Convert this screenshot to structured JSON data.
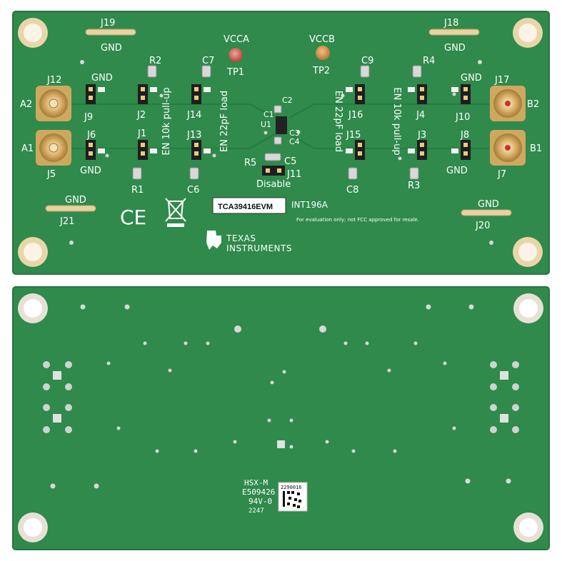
{
  "top": {
    "labels": {
      "J19": "J19",
      "J18": "J18",
      "J12": "J12",
      "J17": "J17",
      "J9": "J9",
      "J2": "J2",
      "J14": "J14",
      "J16": "J16",
      "J4": "J4",
      "J10": "J10",
      "J6": "J6",
      "J1": "J1",
      "J13": "J13",
      "J15": "J15",
      "J3": "J3",
      "J8": "J8",
      "J5": "J5",
      "J7": "J7",
      "J21": "J21",
      "J20": "J20",
      "J11": "J11",
      "R1": "R1",
      "R2": "R2",
      "R3": "R3",
      "R4": "R4",
      "R5": "R5",
      "C1": "C1",
      "C2": "C2",
      "C3": "C3",
      "C4": "C4",
      "C5": "C5",
      "C6": "C6",
      "C7": "C7",
      "C8": "C8",
      "C9": "C9",
      "U1": "U1",
      "TP1": "TP1",
      "TP2": "TP2",
      "VCCA": "VCCA",
      "VCCB": "VCCB",
      "A1": "A1",
      "A2": "A2",
      "B1": "B1",
      "B2": "B2",
      "GND": "GND",
      "Disable": "Disable",
      "EN_10k_pullup": "EN 10k pull-up",
      "EN_22pF_load": "EN 22pF load"
    },
    "part_number": "TCA39416EVM",
    "board_id": "INT196A",
    "disclaimer": "For evaluation only; not FCC approved for resale.",
    "ce_mark": "CE",
    "logo_texas": "Texas",
    "logo_instruments": "Instruments"
  },
  "bottom": {
    "mark_hsx": "HSX-M",
    "mark_e": "E509426",
    "mark_rating": "94V-0",
    "mark_date": "2247",
    "label_code": "2290016"
  },
  "colors": {
    "pcb": "#2f8a4b",
    "pcb_edge": "#27753f",
    "gold": "#e6c78a",
    "header": "#1e1e1e"
  }
}
